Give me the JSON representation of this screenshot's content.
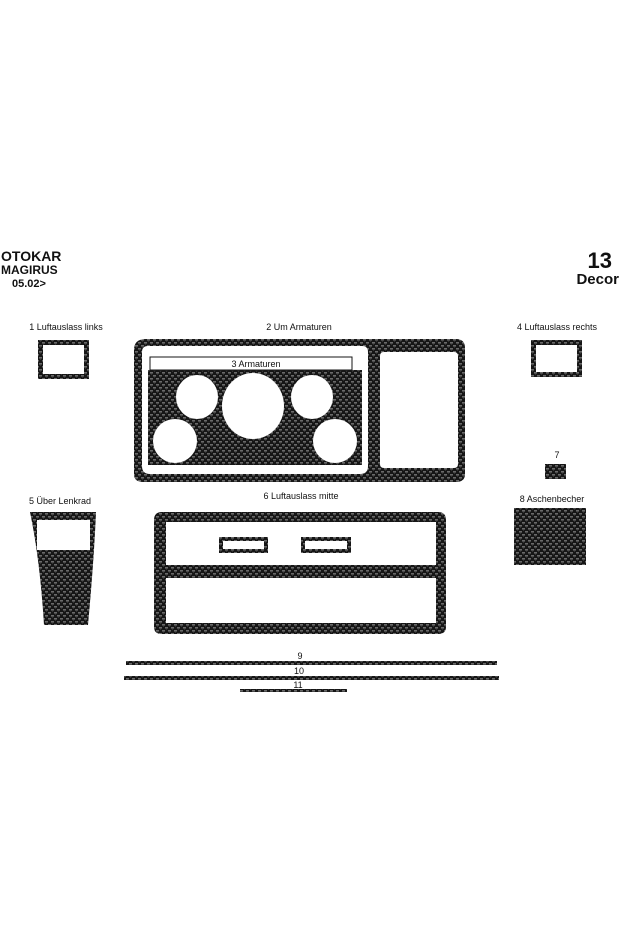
{
  "header": {
    "brand_lines": [
      "OTOKAR",
      "MAGIRUS",
      "05.02>"
    ],
    "set_number": "13",
    "set_name": "Decor"
  },
  "parts": [
    {
      "label": "1 Luftauslass links"
    },
    {
      "label": "2 Um Armaturen"
    },
    {
      "label": "3 Armaturen"
    },
    {
      "label": "4 Luftauslass rechts"
    },
    {
      "label": "5 Über Lenkrad"
    },
    {
      "label": "6 Luftauslass mitte"
    },
    {
      "label": "7"
    },
    {
      "label": "8 Aschenbecher"
    },
    {
      "label": "9"
    },
    {
      "label": "10"
    },
    {
      "label": "11"
    }
  ],
  "colors": {
    "carbon_dark": "#161616",
    "carbon_light": "#6a6a6a",
    "background": "#ffffff"
  }
}
